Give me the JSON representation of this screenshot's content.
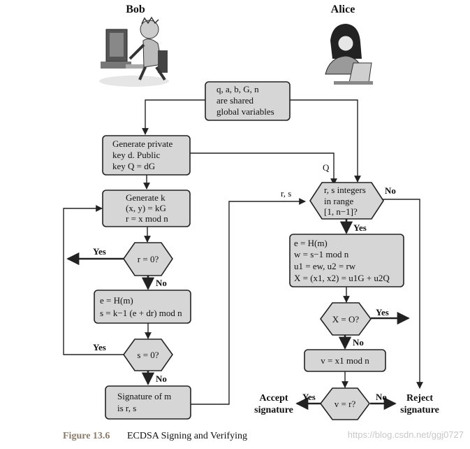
{
  "actors": {
    "bob": "Bob",
    "alice": "Alice"
  },
  "shared": {
    "l1": "q, a, b, G, n",
    "l2": "are shared",
    "l3": "global variables"
  },
  "gen_key": {
    "l1": "Generate private",
    "l2": "key d. Public",
    "l3": "key  Q = dG"
  },
  "gen_k": {
    "l1": "Generate k",
    "l2": "(x, y) = kG",
    "l3": "r = x mod n"
  },
  "r_zero": {
    "label": "r = 0?",
    "yes": "Yes",
    "no": "No"
  },
  "calc_s": {
    "l1": "e = H(m)",
    "l2": "s = k−1 (e + dr) mod n"
  },
  "s_zero": {
    "label": "s = 0?",
    "yes": "Yes",
    "no": "No"
  },
  "signature": {
    "l1": "Signature of m",
    "l2": "is r, s"
  },
  "q_label": "Q",
  "rs_label": "r, s",
  "range_check": {
    "l1": "r, s integers",
    "l2": "in range",
    "l3": "[1, n−1]?",
    "yes": "Yes",
    "no": "No"
  },
  "verify_calc": {
    "l1": "e = H(m)",
    "l2": "w = s−1 mod n",
    "l3": "u1 = ew, u2 = rw",
    "l4": "X = (x1, x2) = u1G + u2Q"
  },
  "x_zero": {
    "label": "X = O?",
    "yes": "Yes",
    "no": "No"
  },
  "v_calc": {
    "label": "v = x1 mod n"
  },
  "v_eq": {
    "label": "v = r?",
    "yes": "Yes",
    "no": "No"
  },
  "accept": {
    "l1": "Accept",
    "l2": "signature"
  },
  "reject": {
    "l1": "Reject",
    "l2": "signature"
  },
  "caption": {
    "fig": "Figure 13.6",
    "title": "ECDSA Signing and Verifying"
  },
  "watermark": "https://blog.csdn.net/ggj0727",
  "icons": {
    "bob": "man-at-computer-icon",
    "alice": "woman-with-laptop-icon"
  }
}
